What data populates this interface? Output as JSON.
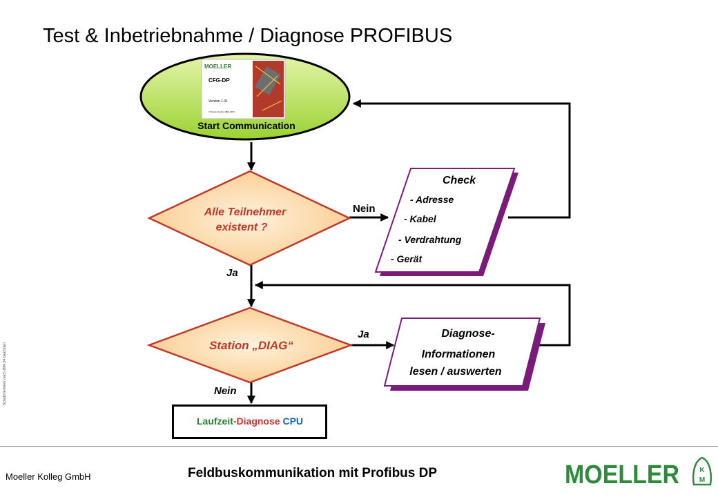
{
  "page": {
    "title": "Test & Inbetriebnahme / Diagnose PROFIBUS",
    "side_note": "Schutzvermerk nach DIN 34 beachten",
    "footer": {
      "company": "Moeller Kolleg GmbH",
      "title": "Feldbuskommunikation mit Profibus DP",
      "logo_text": "MOELLER"
    }
  },
  "flow": {
    "start": {
      "label": "Start Communication",
      "splash": {
        "brand": "MOELLER",
        "product": "CFG-DP",
        "version": "Version 1.31",
        "copyright": "© Moeller GmbH 1996-2000"
      }
    },
    "decision1": {
      "line1": "Alle Teilnehmer",
      "line2": "existent ?"
    },
    "check": {
      "title": "Check",
      "items": [
        "- Adresse",
        "- Kabel",
        "- Verdrahtung",
        "- Gerät"
      ]
    },
    "decision2": {
      "label": "Station „DIAG“"
    },
    "diag_info": {
      "line1": "Diagnose-",
      "line2": "Informationen",
      "line3": "lesen / auswerten"
    },
    "runtime": {
      "part1": "Laufzeit-",
      "part2": "Diagnose",
      "part3": " CPU"
    },
    "edges": {
      "d1_no": "Nein",
      "d1_yes": "Ja",
      "d2_yes": "Ja",
      "d2_no": "Nein"
    }
  },
  "colors": {
    "ellipse_fill": "#b8e04a",
    "decision_fill": "#ffd9a6",
    "decision_stroke": "#c0392b",
    "decision_text": "#c0392b",
    "box_stroke": "#7a1a7a",
    "runtime_green": "#2e7d32",
    "runtime_red": "#d32f2f",
    "runtime_blue": "#1565c0",
    "logo_green": "#2e8b3c"
  }
}
